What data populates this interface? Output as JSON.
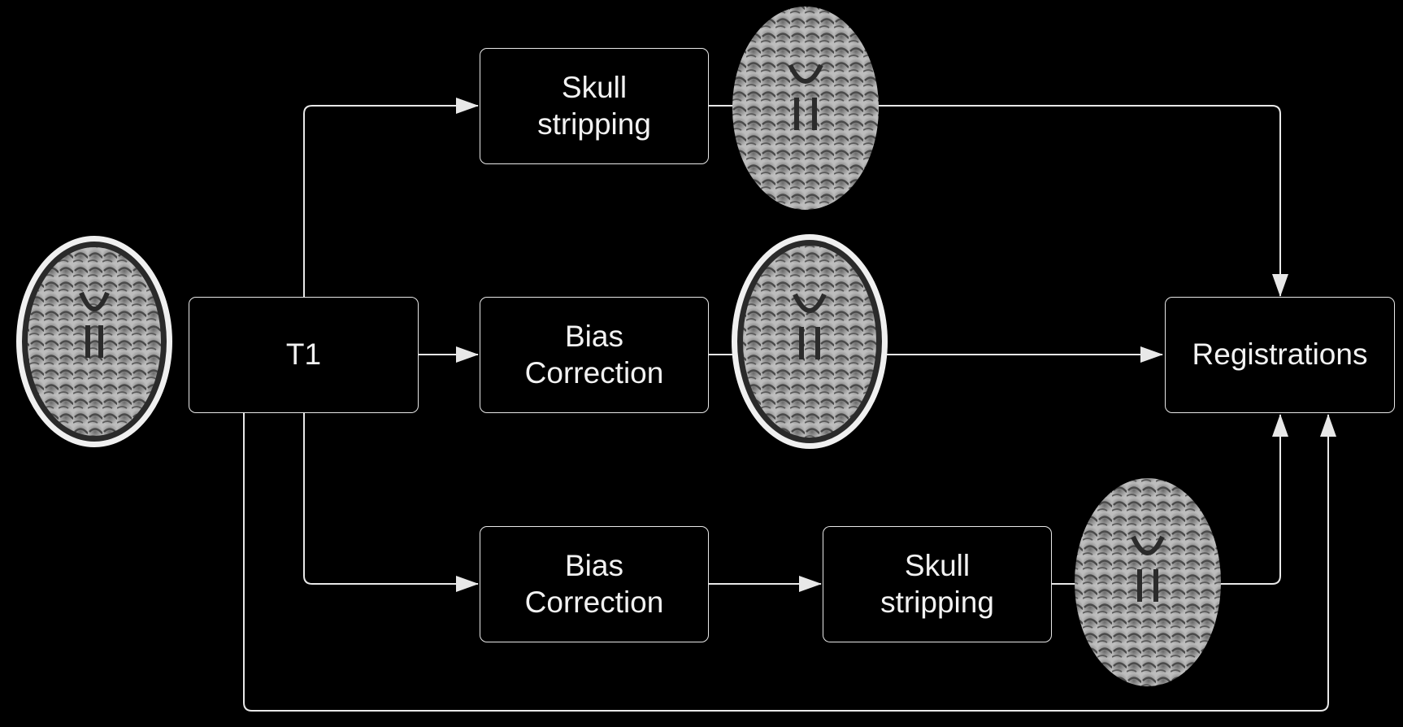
{
  "nodes": {
    "t1": "T1",
    "skull_stripping_top": "Skull\nstripping",
    "bias_correction_middle": "Bias\nCorrection",
    "bias_correction_bottom": "Bias\nCorrection",
    "skull_stripping_bottom": "Skull\nstripping",
    "registrations": "Registrations"
  },
  "images": [
    {
      "name": "input-t1-brain-image",
      "kind": "with-skull"
    },
    {
      "name": "skull-stripped-brain-image-top",
      "kind": "stripped"
    },
    {
      "name": "bias-corrected-brain-image",
      "kind": "with-skull"
    },
    {
      "name": "skull-stripped-brain-image-bottom",
      "kind": "stripped"
    }
  ],
  "colors": {
    "background": "#000000",
    "line": "#e8e8e8",
    "text": "#f2f2f2"
  }
}
